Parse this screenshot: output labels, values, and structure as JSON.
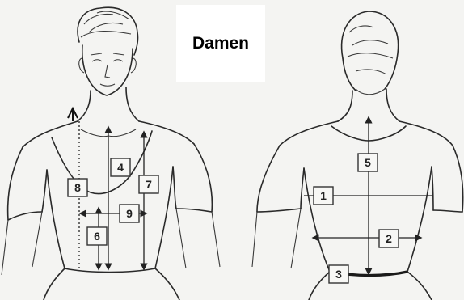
{
  "title": "Damen",
  "markers": {
    "m1": "1",
    "m2": "2",
    "m3": "3",
    "m4": "4",
    "m5": "5",
    "m6": "6",
    "m7": "7",
    "m8": "8",
    "m9": "9"
  }
}
